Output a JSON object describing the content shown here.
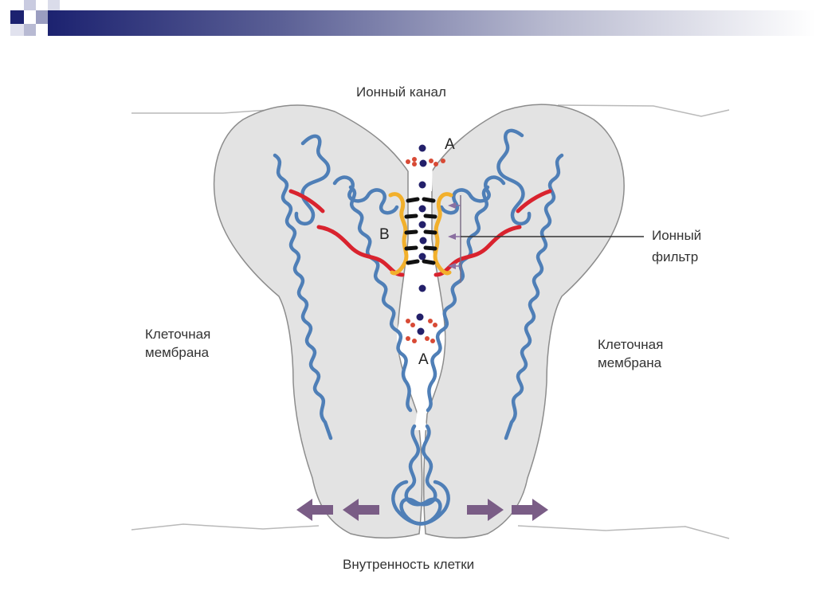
{
  "diagram": {
    "title": "Ионный канал",
    "label_a_top": "A",
    "label_b": "B",
    "label_a_bottom": "A",
    "ion_filter": {
      "line1": "Ионный",
      "line2": "фильтр"
    },
    "membrane_left": {
      "line1": "Клеточная",
      "line2": "мембрана"
    },
    "membrane_right": {
      "line1": "Клеточная",
      "line2": "мембрана"
    },
    "bottom_label": "Внутренность клетки"
  },
  "colors": {
    "header_dark": "#1c2270",
    "protein_fill": "#e3e3e3",
    "helix_blue": "#4f7fb7",
    "selectivity_red": "#d9232e",
    "selectivity_orange": "#f2b02c",
    "ion_dark": "#23206a",
    "ion_red": "#d84a35",
    "arrow_purple": "#7a5d86"
  }
}
